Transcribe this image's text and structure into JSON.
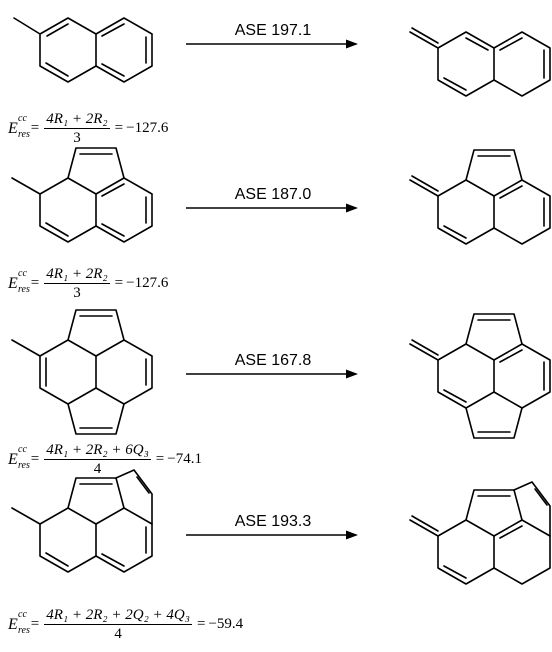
{
  "reactions": [
    {
      "arrow_label": "ASE 197.1",
      "equation": {
        "symbol": "E",
        "superscript": "cc",
        "subscript": "res",
        "numerator": "4R₁ + 2R₂",
        "denominator": "3",
        "value": "−127.6"
      }
    },
    {
      "arrow_label": "ASE 187.0",
      "equation": {
        "symbol": "E",
        "superscript": "cc",
        "subscript": "res",
        "numerator": "4R₁ + 2R₂",
        "denominator": "3",
        "value": "−127.6"
      }
    },
    {
      "arrow_label": "ASE 167.8",
      "equation": {
        "symbol": "E",
        "superscript": "cc",
        "subscript": "res",
        "numerator": "4R₁ + 2R₂ + 6Q₃",
        "denominator": "4",
        "value": "−74.1"
      }
    },
    {
      "arrow_label": "ASE 193.3",
      "equation": {
        "symbol": "E",
        "superscript": "cc",
        "subscript": "res",
        "numerator": "4R₁ + 2R₂ + 2Q₂ + 4Q₃",
        "denominator": "4",
        "value": "−59.4"
      }
    }
  ]
}
